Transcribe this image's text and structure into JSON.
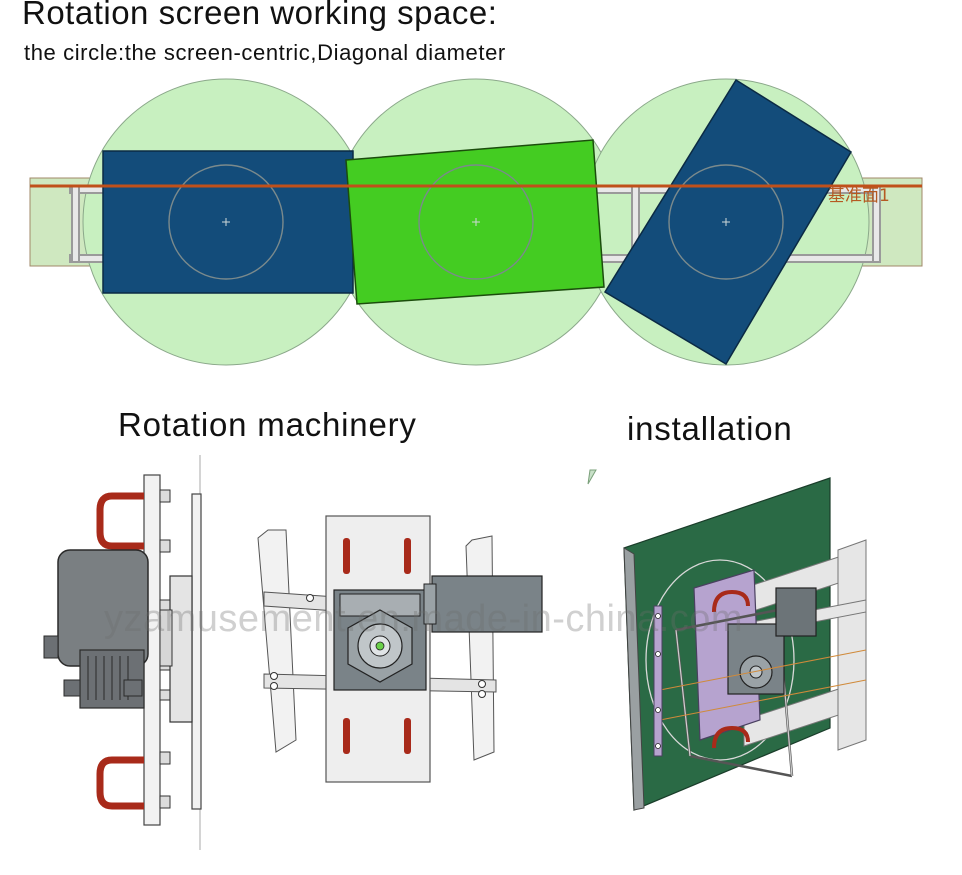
{
  "page": {
    "title": "Rotation screen working space:",
    "subtitle": "the circle:the screen-centric,Diagonal diameter",
    "section_machinery": "Rotation machinery",
    "section_installation": "installation",
    "rail_label": "基准面1",
    "watermark": "yzamusement.en.made-in-china.com"
  },
  "colors": {
    "circle_fill": "#c8f0c0",
    "screen_blue": "#134c7a",
    "screen_green": "#44cc22",
    "rail_fill": "#cfe8c0",
    "rail_line": "#c0501a",
    "install_board": "#2a6a45",
    "bracket_purple": "#b6a3cf",
    "u_bolt_red": "#a82a1a"
  }
}
